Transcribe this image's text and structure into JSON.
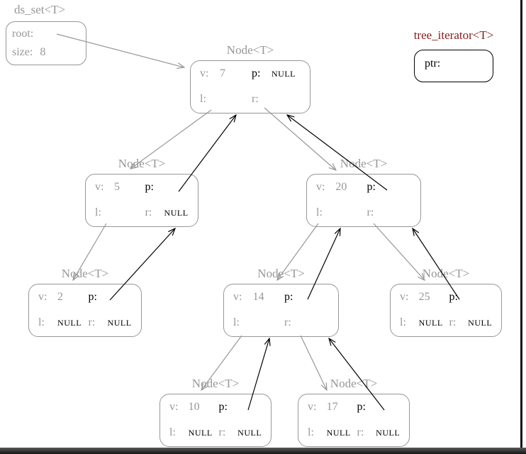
{
  "ds_set": {
    "title": "ds_set<T>",
    "root_label": "root:",
    "size_label": "size:",
    "size_value": "8"
  },
  "iterator": {
    "title": "tree_iterator<T>",
    "ptr_label": "ptr:",
    "ptr_value": ""
  },
  "node_title": "Node<T>",
  "labels": {
    "v": "v:",
    "p": "p:",
    "l": "l:",
    "r": "r:"
  },
  "nodes": [
    {
      "id": "n7",
      "v": "7",
      "p": "NULL",
      "l": "",
      "r": ""
    },
    {
      "id": "n5",
      "v": "5",
      "p": "",
      "l": "",
      "r": "NULL"
    },
    {
      "id": "n20",
      "v": "20",
      "p": "",
      "l": "",
      "r": ""
    },
    {
      "id": "n2",
      "v": "2",
      "p": "",
      "l": "NULL",
      "r": "NULL"
    },
    {
      "id": "n14",
      "v": "14",
      "p": "",
      "l": "",
      "r": ""
    },
    {
      "id": "n25",
      "v": "25",
      "p": "",
      "l": "NULL",
      "r": "NULL"
    },
    {
      "id": "n10",
      "v": "10",
      "p": "",
      "l": "NULL",
      "r": "NULL"
    },
    {
      "id": "n17",
      "v": "17",
      "p": "",
      "l": "NULL",
      "r": "NULL"
    }
  ],
  "edges": [
    {
      "from": "ds_set.root",
      "to": "n7",
      "kind": "root"
    },
    {
      "from": "n7.l",
      "to": "n5",
      "kind": "child"
    },
    {
      "from": "n7.r",
      "to": "n20",
      "kind": "child"
    },
    {
      "from": "n5.l",
      "to": "n2",
      "kind": "child"
    },
    {
      "from": "n20.l",
      "to": "n14",
      "kind": "child"
    },
    {
      "from": "n20.r",
      "to": "n25",
      "kind": "child"
    },
    {
      "from": "n14.l",
      "to": "n10",
      "kind": "child"
    },
    {
      "from": "n14.r",
      "to": "n17",
      "kind": "child"
    },
    {
      "from": "n5.p",
      "to": "n7",
      "kind": "parent"
    },
    {
      "from": "n20.p",
      "to": "n7",
      "kind": "parent"
    },
    {
      "from": "n2.p",
      "to": "n5",
      "kind": "parent"
    },
    {
      "from": "n14.p",
      "to": "n20",
      "kind": "parent"
    },
    {
      "from": "n25.p",
      "to": "n20",
      "kind": "parent"
    },
    {
      "from": "n10.p",
      "to": "n14",
      "kind": "parent"
    },
    {
      "from": "n17.p",
      "to": "n14",
      "kind": "parent"
    }
  ],
  "colors": {
    "struct_gray": "#979797",
    "pointer_black": "#000000",
    "iterator_title": "#8b1a1a"
  }
}
